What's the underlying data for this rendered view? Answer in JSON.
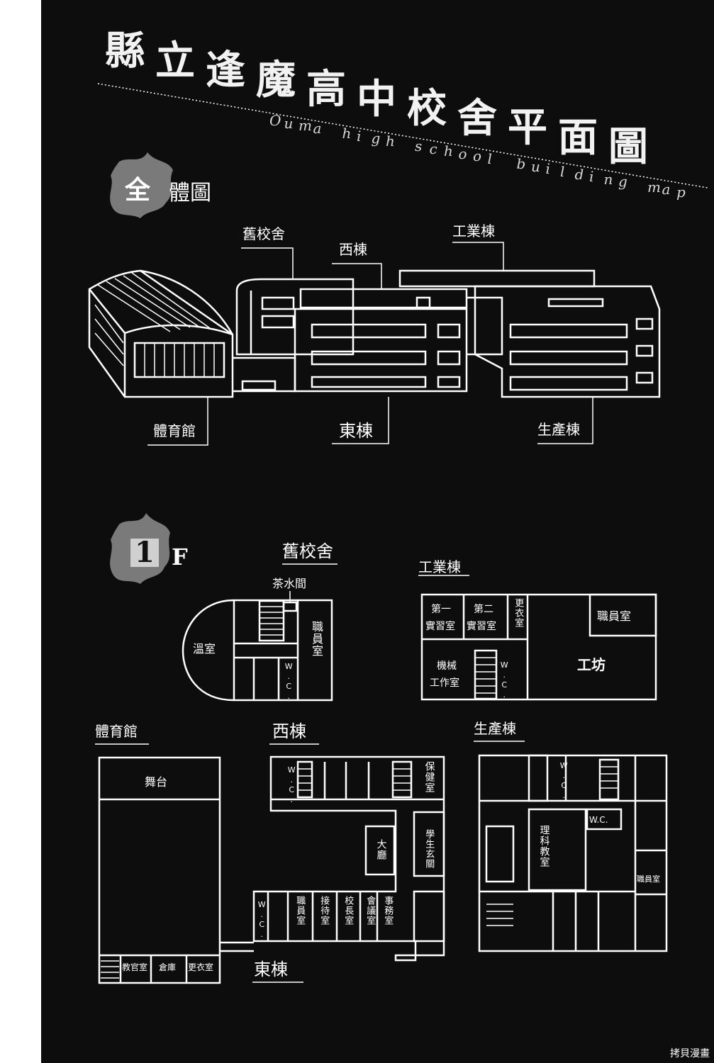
{
  "title": {
    "chars": [
      "縣",
      "立",
      "逢",
      "魔",
      "高",
      "中",
      "校",
      "舍",
      "平",
      "面",
      "圖"
    ],
    "subtitle_chars": [
      "O",
      "u",
      "m",
      "a",
      " ",
      "h",
      "i",
      "g",
      "h",
      " ",
      "s",
      "c",
      "h",
      "o",
      "o",
      "l",
      " ",
      "b",
      "u",
      "i",
      "l",
      "d",
      "i",
      "n",
      "g",
      " ",
      "m",
      "a",
      "p"
    ]
  },
  "overview": {
    "badge": "全",
    "heading": "體圖",
    "labels": {
      "old_building": "舊校舍",
      "west": "西棟",
      "industry": "工業棟",
      "gym": "體育館",
      "east": "東棟",
      "production": "生產棟"
    }
  },
  "floor1": {
    "badge": "1",
    "suffix": "F",
    "old_building": {
      "title": "舊校舍",
      "tea_room": "茶水間",
      "greenhouse": "溫室",
      "staff_room": "職員室",
      "wc": "W.C."
    },
    "industry": {
      "title": "工業棟",
      "practice1": "第一實習室",
      "practice1_a": "第一",
      "practice1_b": "實習室",
      "practice2_a": "第二",
      "practice2_b": "實習室",
      "locker": "更衣室",
      "staff_room": "職員室",
      "machine_a": "機械",
      "machine_b": "工作室",
      "wc": "W.C.",
      "workshop": "工坊"
    },
    "gym": {
      "title": "體育館",
      "stage": "舞台",
      "equipment": "教官室",
      "storage": "倉庫",
      "locker": "更衣室"
    },
    "west": {
      "title": "西棟",
      "wc": "W.C.",
      "health": "保健室",
      "hall": "大廳",
      "entrance": "學生玄關"
    },
    "east": {
      "title": "東棟",
      "wc": "W.C.",
      "staff": "職員室",
      "reception": "接待室",
      "principal": "校長室",
      "meeting": "會議室",
      "office": "事務室"
    },
    "production": {
      "title": "生產棟",
      "wc_top": "W.C.",
      "wc_mid": "W.C.",
      "science": "理科教室",
      "staff": "職員室"
    }
  },
  "watermark": "拷貝漫畫"
}
